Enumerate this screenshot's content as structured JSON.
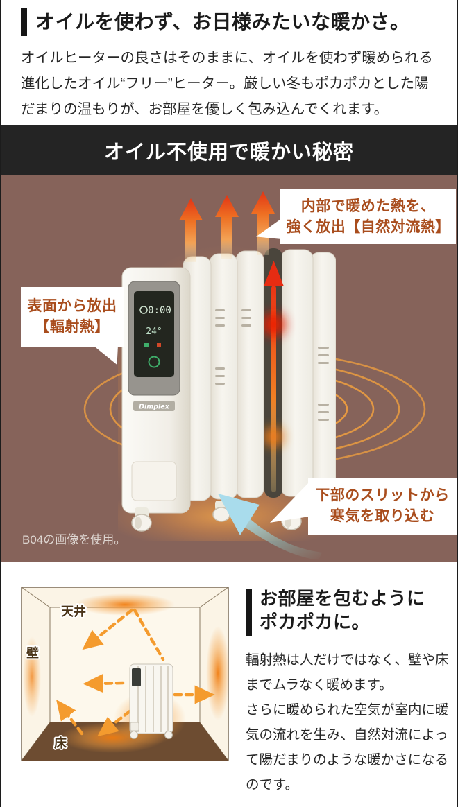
{
  "intro": {
    "title": "オイルを使わず、お日様みたいな暖かさ。",
    "body": "オイルヒーターの良さはそのままに、オイルを使わず暖められる進化したオイル“フリー”ヒーター。厳しい冬もポカポカとした陽だまりの温もりが、お部屋を優しく包み込んでくれます。"
  },
  "banner": {
    "title": "オイル不使用で暖かい秘密"
  },
  "diagram": {
    "callout_convection": {
      "line1": "内部で暖めた熱を、",
      "line2": "強く放出【自然対流熱】"
    },
    "callout_radiant": {
      "line1": "表面から放出",
      "line2": "【輻射熱】"
    },
    "callout_intake": {
      "line1": "下部のスリットから",
      "line2": "寒気を取り込む"
    },
    "caption": "B04の画像を使用。",
    "heater_display": {
      "timer": "0:00",
      "temp": "24°",
      "brand": "Dimplex"
    }
  },
  "room": {
    "labels": {
      "ceiling": "天井",
      "wall": "壁",
      "floor": "床"
    },
    "heading_line1": "お部屋を包むように",
    "heading_line2": "ポカポカに。",
    "body_line1": "輻射熱は人だけではなく、壁や床までムラなく暖めます。",
    "body_line2": "さらに暖められた空気が室内に暖気の流れを生み、自然対流によって陽だまりのような暖かさになるのです。"
  },
  "colors": {
    "section_background": "#86635a",
    "banner_background": "#242424",
    "callout_text": "#a94d1d",
    "heat_accent": "#ee6f22",
    "ring_orange": "#eb9c40",
    "cold_air_blue": "#a6d9ea"
  }
}
